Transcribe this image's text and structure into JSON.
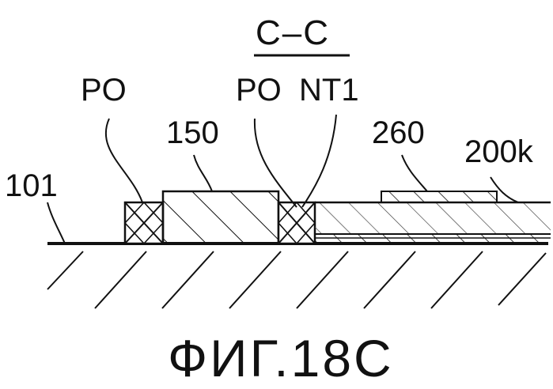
{
  "section_label": "C–C",
  "figure_caption": "ФИГ.18С",
  "labels": {
    "po_left": "PO",
    "po_right": "PO",
    "nt1": "NT1",
    "l150": "150",
    "l260": "260",
    "l200k": "200k",
    "l101": "101"
  },
  "colors": {
    "ink": "#111111",
    "background": "#ffffff"
  }
}
